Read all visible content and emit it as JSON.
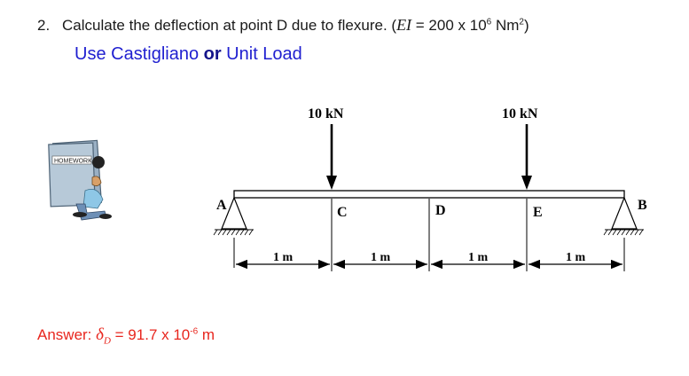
{
  "question": {
    "number": "2.",
    "text_before": "Calculate the deflection at point D due to flexure. (",
    "ei_symbol": "EI",
    "text_mid": " = 200 x 10",
    "exponent": "6",
    "unit": " Nm",
    "unit_exponent": "2",
    "text_after": ")"
  },
  "subtitle": {
    "part1": "Use Castigliano ",
    "or": "or",
    "part2": " Unit Load"
  },
  "homework_label": "HOMEWORK",
  "beam": {
    "points": {
      "a": "A",
      "b": "B",
      "c": "C",
      "d": "D",
      "e": "E"
    },
    "loads": {
      "c": "10 kN",
      "e": "10 kN"
    },
    "spans": [
      "1 m",
      "1 m",
      "1 m",
      "1 m"
    ]
  },
  "answer": {
    "prefix": "Answer: ",
    "symbol": "δ",
    "subscript": "D",
    "equals": " = 91.7 x 10",
    "exponent": "-6",
    "unit": " m"
  }
}
